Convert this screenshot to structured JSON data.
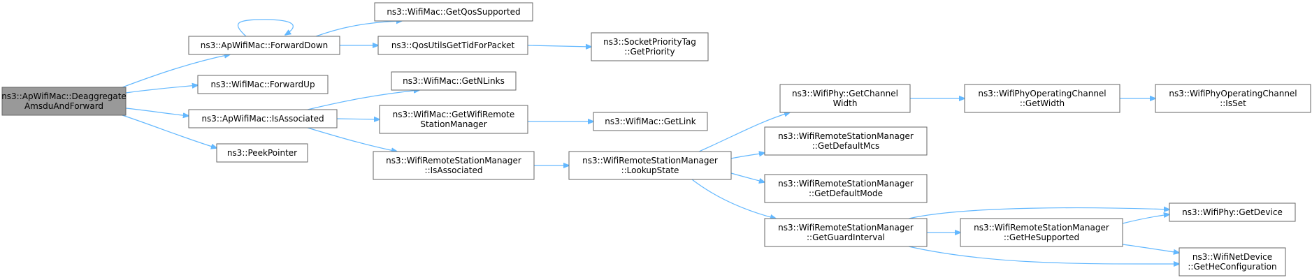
{
  "graph": {
    "title": "",
    "colors": {
      "edge": "#63b8ff",
      "root_fill": "#999999",
      "node_fill": "#ffffff",
      "node_border": "#666666"
    },
    "nodes": [
      {
        "id": "root",
        "lines": [
          "ns3::ApWifiMac::Deaggregate",
          "AmsduAndForward"
        ],
        "root": true
      },
      {
        "id": "forwardDown",
        "lines": [
          "ns3::ApWifiMac::ForwardDown"
        ]
      },
      {
        "id": "forwardUp",
        "lines": [
          "ns3::WifiMac::ForwardUp"
        ]
      },
      {
        "id": "isAssociated",
        "lines": [
          "ns3::ApWifiMac::IsAssociated"
        ]
      },
      {
        "id": "peekPointer",
        "lines": [
          "ns3::PeekPointer"
        ]
      },
      {
        "id": "getQos",
        "lines": [
          "ns3::WifiMac::GetQosSupported"
        ]
      },
      {
        "id": "getTid",
        "lines": [
          "ns3::QosUtilsGetTidForPacket"
        ]
      },
      {
        "id": "getNLinks",
        "lines": [
          "ns3::WifiMac::GetNLinks"
        ]
      },
      {
        "id": "getRsm",
        "lines": [
          "ns3::WifiMac::GetWifiRemote",
          "StationManager"
        ]
      },
      {
        "id": "rsmIsAssoc",
        "lines": [
          "ns3::WifiRemoteStationManager",
          "::IsAssociated"
        ]
      },
      {
        "id": "sockPrio",
        "lines": [
          "ns3::SocketPriorityTag",
          "::GetPriority"
        ]
      },
      {
        "id": "getLink",
        "lines": [
          "ns3::WifiMac::GetLink"
        ]
      },
      {
        "id": "lookupState",
        "lines": [
          "ns3::WifiRemoteStationManager",
          "::LookupState"
        ]
      },
      {
        "id": "getChWidth",
        "lines": [
          "ns3::WifiPhy::GetChannel",
          "Width"
        ]
      },
      {
        "id": "getDefMcs",
        "lines": [
          "ns3::WifiRemoteStationManager",
          "::GetDefaultMcs"
        ]
      },
      {
        "id": "getDefMode",
        "lines": [
          "ns3::WifiRemoteStationManager",
          "::GetDefaultMode"
        ]
      },
      {
        "id": "getGuard",
        "lines": [
          "ns3::WifiRemoteStationManager",
          "::GetGuardInterval"
        ]
      },
      {
        "id": "opChWidth",
        "lines": [
          "ns3::WifiPhyOperatingChannel",
          "::GetWidth"
        ]
      },
      {
        "id": "heSupported",
        "lines": [
          "ns3::WifiRemoteStationManager",
          "::GetHeSupported"
        ]
      },
      {
        "id": "opChIsSet",
        "lines": [
          "ns3::WifiPhyOperatingChannel",
          "::IsSet"
        ]
      },
      {
        "id": "getDevice",
        "lines": [
          "ns3::WifiPhy::GetDevice"
        ]
      },
      {
        "id": "heConfig",
        "lines": [
          "ns3::WifiNetDevice",
          "::GetHeConfiguration"
        ]
      }
    ],
    "edges": [
      {
        "from": "root",
        "to": "forwardDown"
      },
      {
        "from": "root",
        "to": "forwardUp"
      },
      {
        "from": "root",
        "to": "isAssociated"
      },
      {
        "from": "root",
        "to": "peekPointer"
      },
      {
        "from": "forwardDown",
        "to": "forwardDown"
      },
      {
        "from": "forwardDown",
        "to": "getQos"
      },
      {
        "from": "forwardDown",
        "to": "getTid"
      },
      {
        "from": "getTid",
        "to": "sockPrio"
      },
      {
        "from": "isAssociated",
        "to": "getNLinks"
      },
      {
        "from": "isAssociated",
        "to": "getRsm"
      },
      {
        "from": "isAssociated",
        "to": "rsmIsAssoc"
      },
      {
        "from": "getRsm",
        "to": "getLink"
      },
      {
        "from": "rsmIsAssoc",
        "to": "lookupState"
      },
      {
        "from": "lookupState",
        "to": "getChWidth"
      },
      {
        "from": "lookupState",
        "to": "getDefMcs"
      },
      {
        "from": "lookupState",
        "to": "getDefMode"
      },
      {
        "from": "lookupState",
        "to": "getGuard"
      },
      {
        "from": "getChWidth",
        "to": "opChWidth"
      },
      {
        "from": "opChWidth",
        "to": "opChIsSet"
      },
      {
        "from": "getGuard",
        "to": "getDevice"
      },
      {
        "from": "getGuard",
        "to": "heSupported"
      },
      {
        "from": "getGuard",
        "to": "heConfig"
      },
      {
        "from": "heSupported",
        "to": "getDevice"
      },
      {
        "from": "heSupported",
        "to": "heConfig"
      }
    ]
  }
}
